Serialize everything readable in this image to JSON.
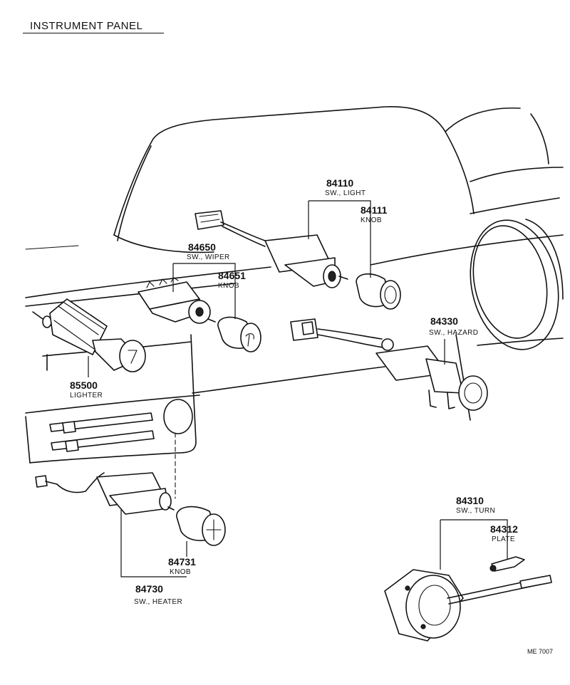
{
  "title": "INSTRUMENT PANEL",
  "drawing_code": "ME 7007",
  "parts": [
    {
      "number": "84110",
      "name": "SW., LIGHT"
    },
    {
      "number": "84111",
      "name": "KNOB"
    },
    {
      "number": "84650",
      "name": "SW., WIPER"
    },
    {
      "number": "84651",
      "name": "KNOB"
    },
    {
      "number": "84330",
      "name": "SW., HAZARD"
    },
    {
      "number": "85500",
      "name": "LIGHTER"
    },
    {
      "number": "84310",
      "name": "SW., TURN"
    },
    {
      "number": "84312",
      "name": "PLATE"
    },
    {
      "number": "84731",
      "name": "KNOB"
    },
    {
      "number": "84730",
      "name": "SW., HEATER"
    }
  ]
}
